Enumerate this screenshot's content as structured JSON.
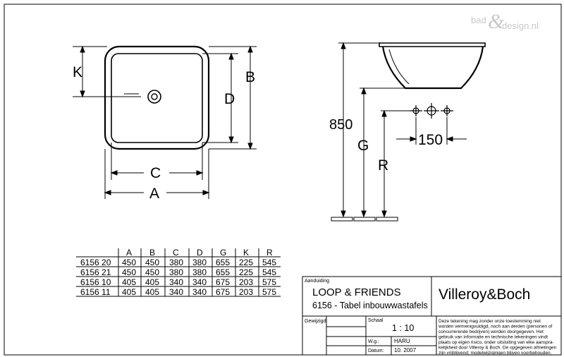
{
  "watermark": {
    "left": "bad",
    "amp": "&",
    "right": "design.nl"
  },
  "dimensions": {
    "K": "K",
    "B": "B",
    "D": "D",
    "C": "C",
    "A": "A",
    "H850": "850",
    "G": "G",
    "R": "R",
    "W150": "150"
  },
  "table": {
    "headers": [
      "",
      "A",
      "B",
      "C",
      "D",
      "G",
      "K",
      "R"
    ],
    "rows": [
      [
        "6156 20",
        "450",
        "450",
        "380",
        "380",
        "655",
        "225",
        "545"
      ],
      [
        "6156 21",
        "450",
        "450",
        "380",
        "380",
        "655",
        "225",
        "545"
      ],
      [
        "6156 10",
        "405",
        "405",
        "340",
        "340",
        "675",
        "203",
        "575"
      ],
      [
        "6156 11",
        "405",
        "405",
        "340",
        "340",
        "675",
        "203",
        "575"
      ]
    ]
  },
  "titleblock": {
    "aanduiding": "Aanduiding",
    "title": "LOOP & FRIENDS",
    "subtitle": "6156 - Tabel inbouwwastafels",
    "brand": "Villeroy&Boch",
    "gewijzigd": "Gewijzigd:",
    "schaal_label": "Schaal",
    "schaal_value": "1 : 10",
    "wg_label": "W.g.:",
    "wg_value": "HARU",
    "datum_label": "Datum:",
    "datum_value": "10. 2007",
    "disclaimer": [
      "Deze tekening mag zonder onze toestemming niet",
      "worden vermenigvuldigd, noch aan derden  (personen of",
      "concurrerende bedrijven) worden doorgegeven. Het",
      "gebruik van informatie en technische tekeningen  vindt",
      "plaats op eigen risico, onder uitsluiting van elke aanspra-",
      "kelijkheid door Villeroy & Boch. De opgegeven afmetingen",
      "zijn vrijblijvend; modelwijzigingen blijven voorbehouden."
    ]
  }
}
